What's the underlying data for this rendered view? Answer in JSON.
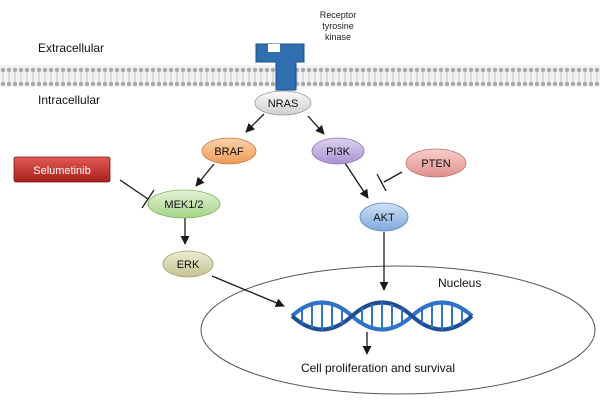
{
  "regions": {
    "extracellular": "Extracellular",
    "intracellular": "Intracellular",
    "nucleus": "Nucleus"
  },
  "receptor": {
    "line1": "Receptor",
    "line2": "tyrosine",
    "line3": "kinase"
  },
  "nodes": {
    "nras": "NRAS",
    "braf": "BRAF",
    "pi3k": "PI3K",
    "pten": "PTEN",
    "selumetinib": "Selumetinib",
    "mek": "MEK1/2",
    "akt": "AKT",
    "erk": "ERK"
  },
  "outcome": "Cell proliferation and survival",
  "colors": {
    "receptor": "#2f6fb0",
    "membrane": "#c8c8c8",
    "nras": "#e4e4e4",
    "braf": "#f6b27a",
    "pi3k": "#b9a7dc",
    "pten": "#eda7a4",
    "selumetinib": "#c8322e",
    "mek": "#bfe0a6",
    "akt": "#9ec2ea",
    "erk": "#d8d8b0",
    "dna": "#2f73c9"
  }
}
